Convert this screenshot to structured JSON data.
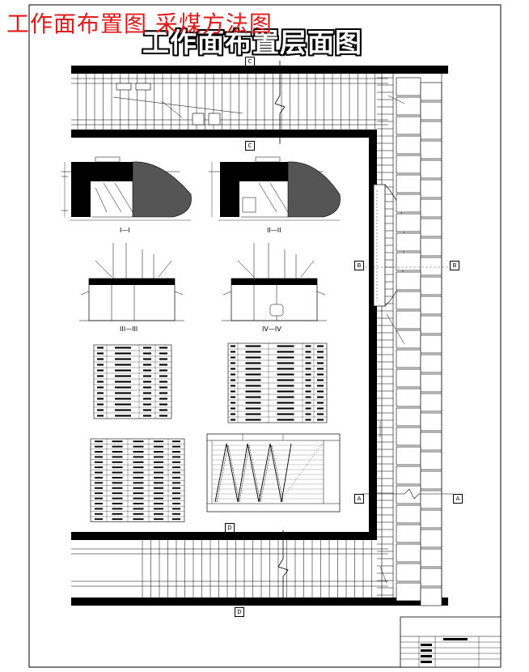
{
  "overlay_title": "工作面布置图 采煤方法图",
  "drawing_title": "工作面布置层面图",
  "section_marks": {
    "c": "C",
    "b": "B",
    "a": "A",
    "d": "D"
  },
  "section_views": {
    "s1": "I—I",
    "s2": "II—II",
    "s3": "III—III",
    "s4": "IV—IV"
  },
  "colors": {
    "line": "#000000",
    "fill_dark": "#000000",
    "overlay_text": "#e01b1b"
  }
}
